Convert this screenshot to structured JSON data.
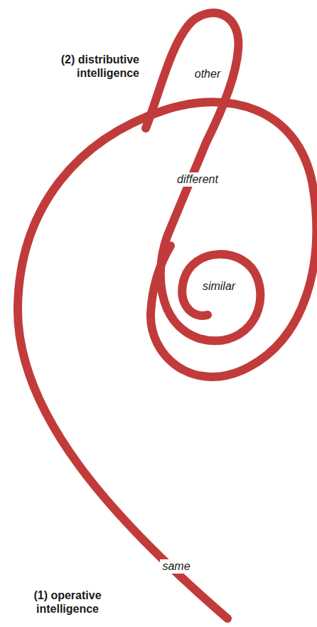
{
  "diagram": {
    "labels": [
      "(2) distributive intelligence",
      "other",
      "different",
      "similar",
      "same",
      "(1) operative intelligence"
    ]
  }
}
